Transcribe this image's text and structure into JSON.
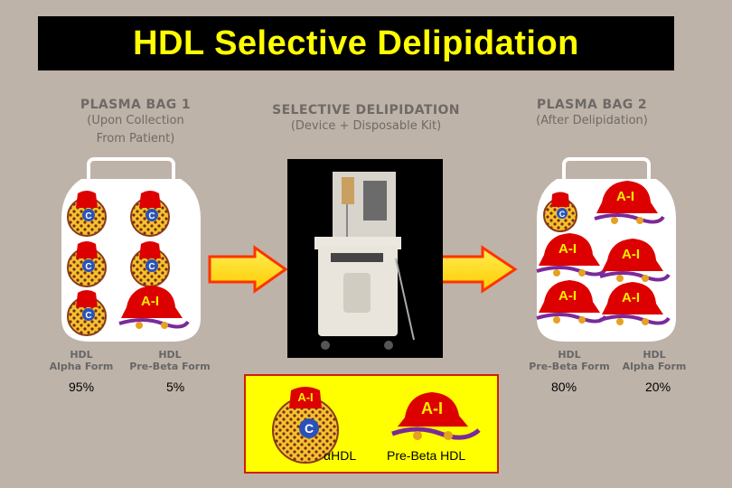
{
  "title": "HDL Selective Delipidation",
  "bag1": {
    "title": "PLASMA BAG 1",
    "sub1": "(Upon Collection",
    "sub2": "From Patient)"
  },
  "middle": {
    "title": "SELECTIVE DELIPIDATION",
    "sub1": "(Device + Disposable Kit)"
  },
  "bag2": {
    "title": "PLASMA BAG 2",
    "sub1": "(After Delipidation)"
  },
  "bag1_labels": {
    "left": {
      "l1": "HDL",
      "l2": "Alpha Form",
      "pct": "95%"
    },
    "right": {
      "l1": "HDL",
      "l2": "Pre-Beta Form",
      "pct": "5%"
    }
  },
  "bag2_labels": {
    "left": {
      "l1": "HDL",
      "l2": "Pre-Beta Form",
      "pct": "80%"
    },
    "right": {
      "l1": "HDL",
      "l2": "Alpha Form",
      "pct": "20%"
    }
  },
  "particle": {
    "apo": "A-I",
    "core": "C"
  },
  "legend": {
    "alpha": "αHDL",
    "prebeta": "Pre-Beta HDL"
  },
  "colors": {
    "title_bg": "#000000",
    "title_text": "#ffff00",
    "background": "#beb3a8",
    "apo": "#dd0000",
    "arrow": "#ff3300",
    "legend_bg": "#ffff00"
  }
}
